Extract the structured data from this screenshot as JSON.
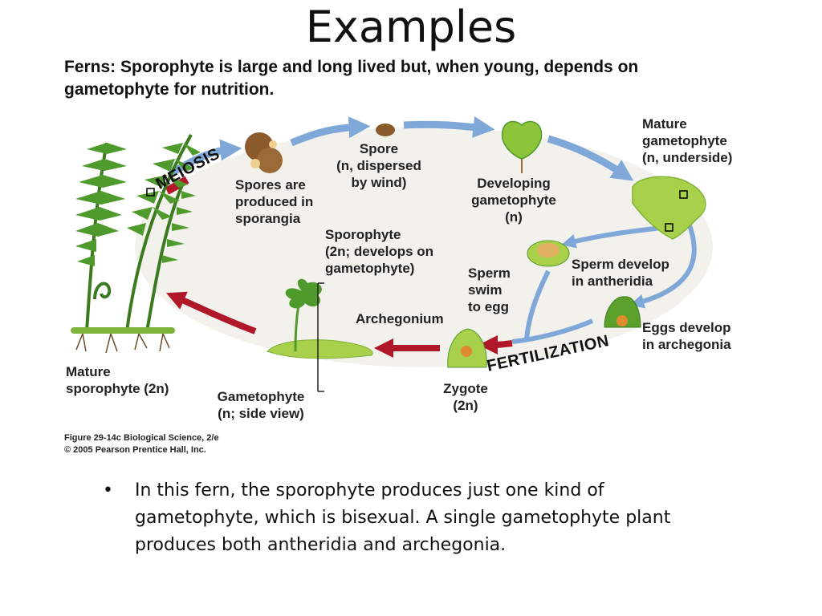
{
  "slide": {
    "title": "Examples",
    "heading_bold": "Ferns:",
    "heading_text": " Sporophyte is large and long lived but, when young, depends on gametophyte for nutrition.",
    "caption_line1": "Figure 29-14c  Biological Science, 2/e",
    "caption_line2": "© 2005 Pearson Prentice Hall, Inc.",
    "bullet_marker": "•",
    "bullet_text": "In this fern, the sporophyte produces just one kind of gametophyte, which is bisexual.  A single gametophyte plant produces both antheridia and archegonia."
  },
  "diagram": {
    "meiosis": "MEIOSIS",
    "fertilization": "FERTILIZATION",
    "spores_produced": [
      "Spores are",
      "produced in",
      "sporangia"
    ],
    "spore": [
      "Spore",
      "(n, dispersed",
      "by wind)"
    ],
    "developing_gametophyte": [
      "Developing",
      "gametophyte",
      "(n)"
    ],
    "mature_gametophyte": [
      "Mature",
      "gametophyte",
      "(n, underside)"
    ],
    "sperm_develop": [
      "Sperm develop",
      "in antheridia"
    ],
    "eggs_develop": [
      "Eggs develop",
      "in archegonia"
    ],
    "sperm_swim": [
      "Sperm",
      "swim",
      "to egg"
    ],
    "archegonium": "Archegonium",
    "zygote": [
      "Zygote",
      "(2n)"
    ],
    "sporophyte_develops": [
      "Sporophyte",
      "(2n; develops on",
      "gametophyte)"
    ],
    "gametophyte_side": [
      "Gametophyte",
      "(n; side view)"
    ],
    "mature_sporophyte": [
      "Mature",
      "sporophyte (2n)"
    ],
    "colors": {
      "oval": "#f3f1ec",
      "blue_arrow": "#7fa8d8",
      "red_arrow": "#b0182a",
      "leaf_green": "#4f9a2c",
      "light_green": "#a8d04a",
      "brown": "#8a5a2b"
    }
  }
}
